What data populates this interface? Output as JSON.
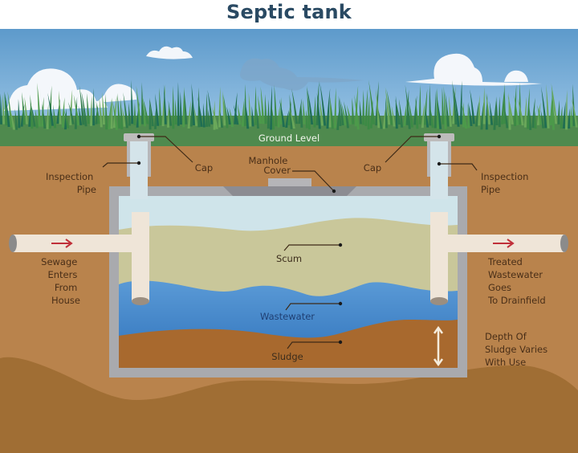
{
  "title": "Septic tank",
  "labels": {
    "ground_level": "Ground Level",
    "cap_left": "Cap",
    "cap_right": "Cap",
    "inspection_pipe_left": [
      "Inspection",
      "Pipe"
    ],
    "inspection_pipe_right": [
      "Inspection",
      "Pipe"
    ],
    "manhole_cover": [
      "Manhole",
      "Cover"
    ],
    "scum": "Scum",
    "wastewater": "Wastewater",
    "sludge": "Sludge",
    "sewage_inlet": [
      "Sewage",
      "Enters",
      "From",
      "House"
    ],
    "treated_outlet": [
      "Treated",
      "Wastewater",
      "Goes",
      "To Drainfield"
    ],
    "sludge_depth_note": [
      "Depth Of",
      "Sludge Varies",
      "With Use"
    ]
  },
  "icons": {
    "inflow_arrow": "right-arrow-icon",
    "outflow_arrow": "right-arrow-icon",
    "depth_arrow": "double-vertical-arrow-icon"
  },
  "colors": {
    "title": "#2a4a63",
    "sky": "#6fa7d4",
    "grass": "#4f8a4e",
    "soil": "#b9834c",
    "soil_dark": "#a06e34",
    "tank_wall": "#a9aaae",
    "scum": "#c9c79a",
    "water": "#3f86c9",
    "sludge": "#a8692e",
    "pipe": "#efe5d8",
    "flow_arrow": "#c0303a"
  }
}
